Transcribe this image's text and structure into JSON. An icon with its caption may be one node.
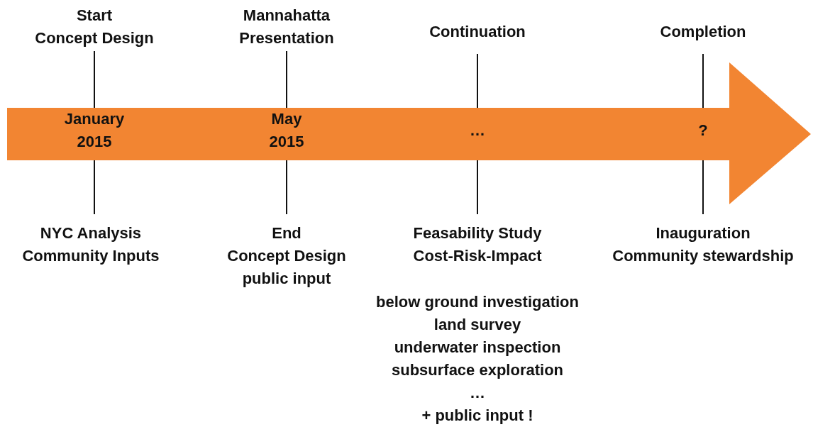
{
  "diagram": {
    "nodes": [
      {
        "text": [
          "January 2015",
          "May 2015",
          "…",
          "?"
        ]
      }
    ],
    "labels": [
      "Start Concept Design",
      "Mannahatta Presentation",
      "Continuation",
      "Completion",
      "NYC Analysis Community Inputs",
      "End Concept Design public input",
      "Feasability Study Cost-Risk-Impact",
      "Inauguration Community stewardship",
      "below ground investigation land survey underwater inspection subsurface exploration … + public input !"
    ]
  }
}
